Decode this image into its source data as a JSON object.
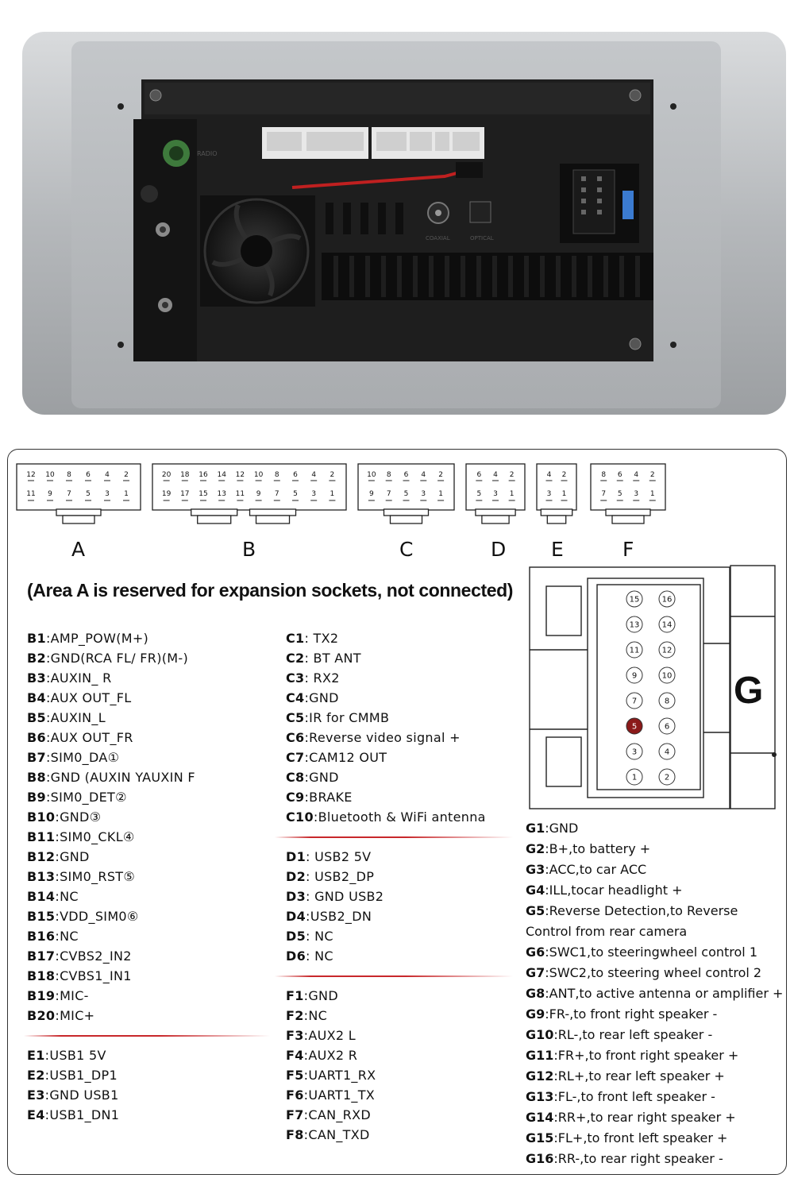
{
  "photo": {
    "labels": {
      "radio": "RADIO",
      "coaxial": "COAXIAL",
      "optical": "OPTICAL"
    }
  },
  "connectors": [
    {
      "name": "A",
      "top": [
        "12",
        "10",
        "8",
        "6",
        "4",
        "2"
      ],
      "bottom": [
        "11",
        "9",
        "7",
        "5",
        "3",
        "1"
      ]
    },
    {
      "name": "B",
      "top": [
        "20",
        "18",
        "16",
        "14",
        "12",
        "10",
        "8",
        "6",
        "4",
        "2"
      ],
      "bottom": [
        "19",
        "17",
        "15",
        "13",
        "11",
        "9",
        "7",
        "5",
        "3",
        "1"
      ]
    },
    {
      "name": "C",
      "top": [
        "10",
        "8",
        "6",
        "4",
        "2"
      ],
      "bottom": [
        "9",
        "7",
        "5",
        "3",
        "1"
      ]
    },
    {
      "name": "D",
      "top": [
        "6",
        "4",
        "2"
      ],
      "bottom": [
        "5",
        "3",
        "1"
      ]
    },
    {
      "name": "E",
      "top": [
        "4",
        "2"
      ],
      "bottom": [
        "3",
        "1"
      ]
    },
    {
      "name": "F",
      "top": [
        "8",
        "6",
        "4",
        "2"
      ],
      "bottom": [
        "7",
        "5",
        "3",
        "1"
      ]
    }
  ],
  "note": "(Area A is reserved for expansion sockets, not connected)",
  "b_pins": [
    {
      "k": "B1",
      "v": ":AMP_POW(M+)"
    },
    {
      "k": "B2",
      "v": ":GND(RCA FL/ FR)(M-)"
    },
    {
      "k": "B3",
      "v": ":AUXIN_ R"
    },
    {
      "k": "B4",
      "v": ":AUX OUT_FL"
    },
    {
      "k": "B5",
      "v": ":AUXIN_L"
    },
    {
      "k": "B6",
      "v": ":AUX OUT_FR"
    },
    {
      "k": "B7",
      "v": ":SIM0_DA①"
    },
    {
      "k": "B8",
      "v": ":GND (AUXIN YAUXIN F"
    },
    {
      "k": "B9",
      "v": ":SIM0_DET②"
    },
    {
      "k": "B10",
      "v": ":GND③"
    },
    {
      "k": "B11",
      "v": ":SIM0_CKL④"
    },
    {
      "k": "B12",
      "v": ":GND"
    },
    {
      "k": "B13",
      "v": ":SIM0_RST⑤"
    },
    {
      "k": "B14",
      "v": ":NC"
    },
    {
      "k": "B15",
      "v": ":VDD_SIM0⑥"
    },
    {
      "k": "B16",
      "v": ":NC"
    },
    {
      "k": "B17",
      "v": ":CVBS2_IN2"
    },
    {
      "k": "B18",
      "v": ":CVBS1_IN1"
    },
    {
      "k": "B19",
      "v": ":MIC-"
    },
    {
      "k": "B20",
      "v": ":MIC+"
    }
  ],
  "e_pins": [
    {
      "k": "E1",
      "v": ":USB1 5V"
    },
    {
      "k": "E2",
      "v": ":USB1_DP1"
    },
    {
      "k": "E3",
      "v": ":GND USB1"
    },
    {
      "k": "E4",
      "v": ":USB1_DN1"
    }
  ],
  "c_pins": [
    {
      "k": "C1",
      "v": ": TX2"
    },
    {
      "k": "C2",
      "v": ": BT ANT"
    },
    {
      "k": "C3",
      "v": ": RX2"
    },
    {
      "k": "C4",
      "v": ":GND"
    },
    {
      "k": "C5",
      "v": ":IR for CMMB"
    },
    {
      "k": "C6",
      "v": ":Reverse video signal +"
    },
    {
      "k": "C7",
      "v": ":CAM12 OUT"
    },
    {
      "k": "C8",
      "v": ":GND"
    },
    {
      "k": "C9",
      "v": ":BRAKE"
    },
    {
      "k": "C10",
      "v": ":Bluetooth & WiFi antenna"
    }
  ],
  "d_pins": [
    {
      "k": "D1",
      "v": ": USB2 5V"
    },
    {
      "k": "D2",
      "v": ": USB2_DP"
    },
    {
      "k": "D3",
      "v": ": GND USB2"
    },
    {
      "k": "D4",
      "v": ":USB2_DN"
    },
    {
      "k": "D5",
      "v": ": NC"
    },
    {
      "k": "D6",
      "v": ": NC"
    }
  ],
  "f_pins": [
    {
      "k": "F1",
      "v": ":GND"
    },
    {
      "k": "F2",
      "v": ":NC"
    },
    {
      "k": "F3",
      "v": ":AUX2 L"
    },
    {
      "k": "F4",
      "v": ":AUX2 R"
    },
    {
      "k": "F5",
      "v": ":UART1_RX"
    },
    {
      "k": "F6",
      "v": ":UART1_TX"
    },
    {
      "k": "F7",
      "v": ":CAN_RXD"
    },
    {
      "k": "F8",
      "v": ":CAN_TXD"
    }
  ],
  "g_connector": {
    "label": "G",
    "pins_left": [
      "15",
      "13",
      "11",
      "9",
      "7",
      "5",
      "3",
      "1"
    ],
    "pins_right": [
      "16",
      "14",
      "12",
      "10",
      "8",
      "6",
      "4",
      "2"
    ],
    "highlight_pin": "5",
    "highlight_color": "#8b1a1a"
  },
  "g_pins": [
    {
      "k": "G1",
      "v": ":GND"
    },
    {
      "k": "G2",
      "v": ":B+,to battery +"
    },
    {
      "k": "G3",
      "v": ":ACC,to car ACC"
    },
    {
      "k": "G4",
      "v": ":ILL,tocar headlight +"
    },
    {
      "k": "G5",
      "v": ":Reverse Detection,to Reverse"
    },
    {
      "k": "",
      "v": "Control from rear camera"
    },
    {
      "k": "G6",
      "v": ":SWC1,to steeringwheel control 1"
    },
    {
      "k": "G7",
      "v": ":SWC2,to steering wheel control 2"
    },
    {
      "k": "G8",
      "v": ":ANT,to active antenna or amplifier +"
    },
    {
      "k": "G9",
      "v": ":FR-,to front right speaker -"
    },
    {
      "k": "G10",
      "v": ":RL-,to rear left speaker -"
    },
    {
      "k": "G11",
      "v": ":FR+,to front right speaker +"
    },
    {
      "k": "G12",
      "v": ":RL+,to rear left speaker +"
    },
    {
      "k": "G13",
      "v": ":FL-,to front left speaker -"
    },
    {
      "k": "G14",
      "v": ":RR+,to rear right speaker +"
    },
    {
      "k": "G15",
      "v": ":FL+,to front left speaker +"
    },
    {
      "k": "G16",
      "v": ":RR-,to rear right speaker -"
    }
  ],
  "colors": {
    "separator": "#c8282b",
    "frame": "#b9bcbf",
    "unit": "#1f1f1f"
  }
}
